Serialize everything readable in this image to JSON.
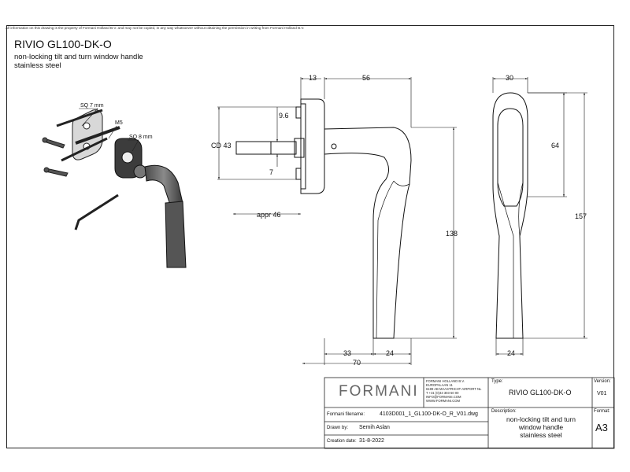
{
  "notice": "All information on this drawing is the property of Formani Holland B.V. and may not be copied, in any way whatsoever without obtaining the permission in writing from Formani Holland B.V.",
  "header": {
    "title": "RIVIO GL100-DK-O",
    "line1": "non-locking tilt and turn window handle",
    "line2": "stainless steel"
  },
  "iso_labels": {
    "sq7": "SQ 7 mm",
    "m5": "M5",
    "sq8": "SQ 8 mm"
  },
  "dims": {
    "d13": "13",
    "d56": "56",
    "d30": "30",
    "d96": "9.6",
    "cd43": "CD 43",
    "d7": "7",
    "d64": "64",
    "appr46": "appr 46",
    "d138": "138",
    "d157": "157",
    "d33": "33",
    "d24a": "24",
    "d24b": "24",
    "d70": "70"
  },
  "title_block": {
    "logo": "FORMANI",
    "address": [
      "FORMANI HOLLAND B.V.",
      "EUROPALAAN 11",
      "6199 AB MAASTRICHT-AIRPORT NL",
      "T +31 (0)43 303 50 00",
      "INFO@FORMANI.COM",
      "WWW.FORMANI.COM"
    ],
    "type_label": "Type:",
    "type_value": "RIVIO GL100-DK-O",
    "version_label": "Version:",
    "version_value": "V01",
    "filename_label": "Formani filename:",
    "filename_value": "4103D001_1_GL100-DK-O_R_V01.dwg",
    "description_label": "Description:",
    "description_lines": [
      "non-locking tilt and turn",
      "window handle",
      "stainless steel"
    ],
    "format_label": "Format:",
    "format_value": "A3",
    "drawn_label": "Drawn by:",
    "drawn_value": "Semih Aslan",
    "date_label": "Creation date:",
    "date_value": "31-8-2022"
  }
}
